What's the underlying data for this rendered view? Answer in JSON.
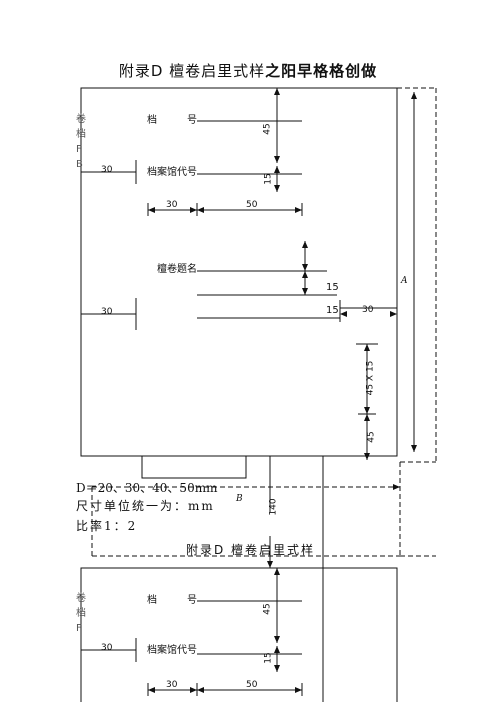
{
  "page_title_prefix": "附录D  檀卷启里式样",
  "page_title_suffix": "之阳早格格创做",
  "form": {
    "label_dang": "档",
    "label_hao": "号",
    "label_archive_code": "档案馆代号",
    "label_volume_title": "檀卷题名",
    "margin_chars": [
      "卷",
      "档",
      "F",
      "B"
    ],
    "margin_chars_lower": [
      "卷",
      "档",
      "F"
    ]
  },
  "dims": {
    "d45": "45",
    "d15": "15",
    "d30": "30",
    "d50": "50",
    "d45x15": "45 X 15",
    "dA": "A",
    "dB": "B",
    "d140": "140"
  },
  "notes": {
    "line_d": "D＝20、30、40、50mm",
    "line_units": "尺寸单位统一为：mm",
    "line_scale": "比率1：2"
  },
  "section_title": "附录D  檀卷启里式样"
}
